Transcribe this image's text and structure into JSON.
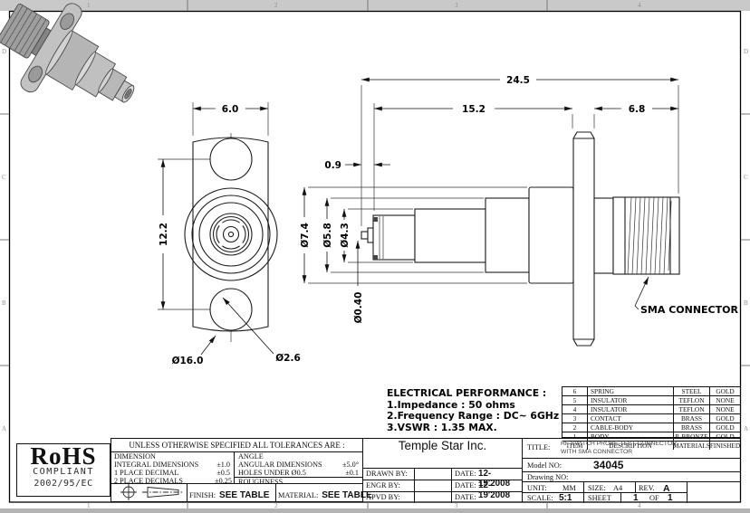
{
  "sheet": {
    "zones": {
      "top": [
        "1",
        "2",
        "3",
        "4"
      ],
      "bottom": [
        "1",
        "2",
        "3",
        "4"
      ],
      "left": [
        "D",
        "C",
        "B",
        "A"
      ],
      "right": [
        "D",
        "C",
        "B",
        "A"
      ]
    }
  },
  "views": {
    "front": {
      "dim_width": "6.0",
      "dim_hole_spacing": "12.2",
      "dim_flange": "Ø16.0",
      "dim_hole": "Ø2.6"
    },
    "side": {
      "dim_overall": "24.5",
      "dim_body": "15.2",
      "dim_sma": "6.8",
      "dim_tip_offset": "0.9",
      "dim_d_barrel": "Ø7.4",
      "dim_d_mid": "Ø5.8",
      "dim_d_inner": "Ø4.3",
      "dim_d_pin": "Ø0.40",
      "sma_label": "SMA CONNECTOR"
    }
  },
  "electrical": {
    "title": "ELECTRICAL PERFORMANCE :",
    "items": [
      "1.Impedance : 50 ohms",
      "2.Frequency Range : DC~ 6GHz",
      "3.VSWR : 1.35 MAX."
    ]
  },
  "materials": {
    "headers": [
      "ITEM",
      "DESCRIPTION",
      "MATERIALS",
      "FINISHED"
    ],
    "rows": [
      [
        "6",
        "SPRING",
        "STEEL",
        "GOLD"
      ],
      [
        "5",
        "INSULATOR",
        "TEFLON",
        "NONE"
      ],
      [
        "4",
        "INSULATOR",
        "TEFLON",
        "NONE"
      ],
      [
        "3",
        "CONTACT",
        "BRASS",
        "GOLD"
      ],
      [
        "2",
        "CABLE-BODY",
        "BRASS",
        "GOLD"
      ],
      [
        "1",
        "BODY",
        "P. BRONZE",
        "GOLD"
      ]
    ]
  },
  "rohs": {
    "name": "RoHS",
    "compliant": "COMPLIANT",
    "directive": "2002/95/EC"
  },
  "tolerances": {
    "header": "UNLESS OTHERWISE SPECIFIED ALL TOLERANCES ARE :",
    "dimension_label": "DIMENSION",
    "rows_left": [
      {
        "label": "INTEGRAL  DIMENSIONS",
        "value": "±1.0"
      },
      {
        "label": "1 PLACE  DECIMAL",
        "value": "±0.5"
      },
      {
        "label": "2 PLACE  DECIMALS",
        "value": "±0.25"
      }
    ],
    "angle_label": "ANGLE",
    "rows_right": [
      {
        "label": "ANGULAR DIMENSIONS",
        "value": "±5.0°"
      },
      {
        "label": "HOLES UNDER  Ø0.5",
        "value": "±0.1"
      }
    ],
    "roughness_label": "ROUGHNESS",
    "finish_label": "FINISH:",
    "finish_value": "SEE TABLE",
    "material_label": "MATERIAL:",
    "material_value": "SEE TABLE"
  },
  "company": {
    "name": "Temple Star Inc.",
    "rows": [
      {
        "label": "DRAWN BY:",
        "date_label": "DATE:",
        "date": "12-19'2008"
      },
      {
        "label": "ENGR BY:",
        "date_label": "DATE:",
        "date": "12-19'2008"
      },
      {
        "label": "APVD BY:",
        "date_label": "DATE:",
        "date": ""
      }
    ]
  },
  "title_block": {
    "title_label": "TITLE:",
    "title_line1": "RF SWITCH PROBE TEST CONNECTOR",
    "title_line2": "WITH SMA CONNECTOR",
    "model_label": "Model NO:",
    "model": "34045",
    "drawing_label": "Drawing NO:",
    "unit_label": "UNIT:",
    "unit": "MM",
    "size_label": "SIZE:",
    "size": "A4",
    "rev_label": "REV.",
    "rev": "A",
    "scale_label": "SCALE:",
    "scale": "5:1",
    "sheet_label": "SHEET",
    "sheet_num": "1",
    "of_label": "OF",
    "sheet_total": "1"
  }
}
